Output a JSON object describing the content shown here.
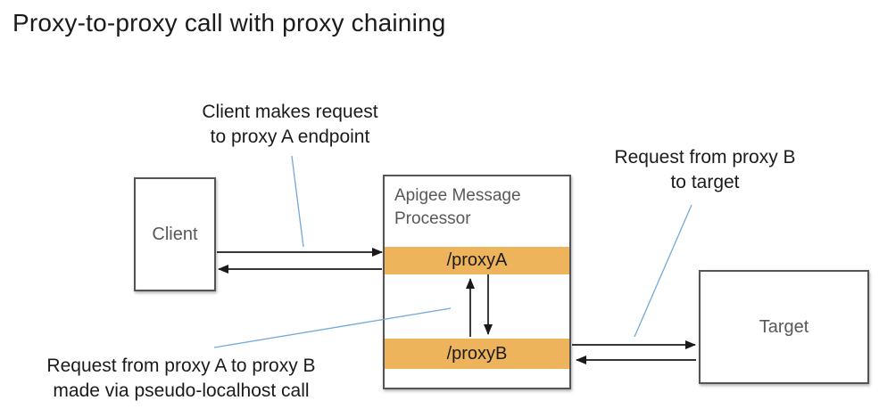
{
  "title": "Proxy-to-proxy call with proxy chaining",
  "colors": {
    "endpoint_orange": "#eeb45c",
    "border_gray": "#545456",
    "label_gray": "#58585a",
    "connector_blue": "#74a7da",
    "arrow_black": "#1a1a1a",
    "text_black": "#1b1b1b"
  },
  "nodes": {
    "client": {
      "label": "Client"
    },
    "message_processor": {
      "label": "Apigee Message Processor",
      "endpoints": [
        {
          "label": "/proxyA"
        },
        {
          "label": "/proxyB"
        }
      ]
    },
    "target": {
      "label": "Target"
    }
  },
  "annotations": {
    "client_request": {
      "line1": "Client makes request",
      "line2": "to proxy A endpoint"
    },
    "target_request": {
      "line1": "Request from proxy B",
      "line2": "to target"
    },
    "chain_request": {
      "line1": "Request from proxy A to proxy B",
      "line2": "made via pseudo-localhost call"
    }
  }
}
